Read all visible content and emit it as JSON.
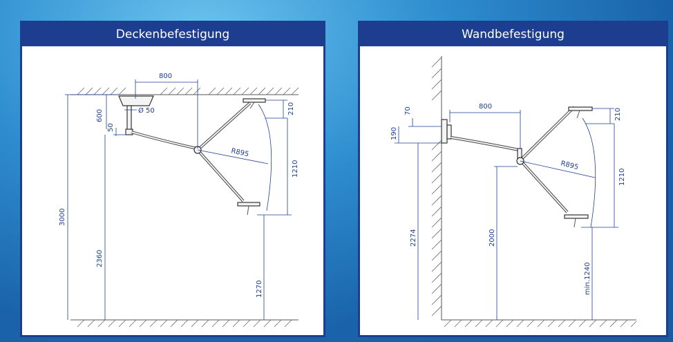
{
  "colors": {
    "panel_border": "#1d3e8f",
    "header_bg": "#1d3e8f",
    "header_text": "#ffffff",
    "dimension": "#1d3e8f"
  },
  "ceiling": {
    "title": "Deckenbefestigung",
    "dims": {
      "d800": "800",
      "d600": "600",
      "d50": "50",
      "dia50": "Ø 50",
      "d210": "210",
      "r895": "R895",
      "d1210": "1210",
      "d3000": "3000",
      "d2360": "2360",
      "d1270": "1270"
    }
  },
  "wall": {
    "title": "Wandbefestigung",
    "dims": {
      "d70": "70",
      "d190": "190",
      "d800": "800",
      "d210": "210",
      "r895": "R895",
      "d1210": "1210",
      "d2274": "2274",
      "d2000": "2000",
      "dmin1240": "min.1240"
    }
  }
}
